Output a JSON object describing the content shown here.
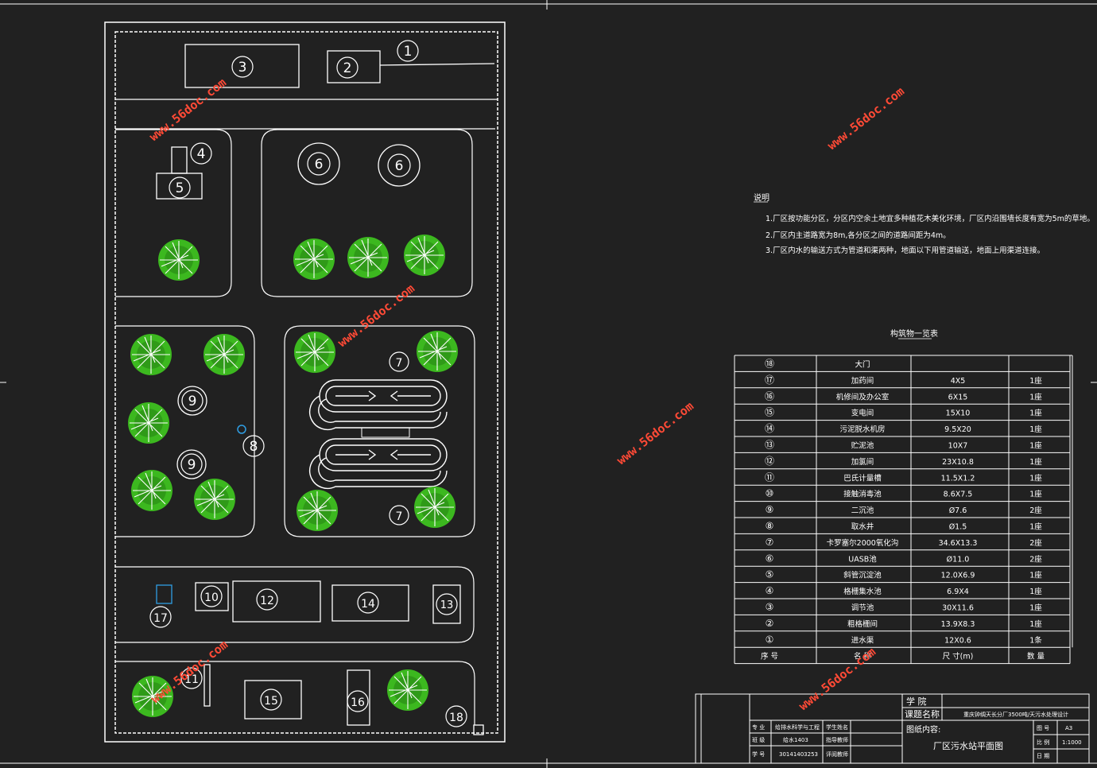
{
  "drawing": {
    "notes_title": "说明",
    "notes": [
      "1.厂区按功能分区，分区内空余土地宜多种植花木美化环境，厂区内沿围墙长度有宽为5m的草地。",
      "2.厂区内主道路宽为8m,各分区之间的道路间距为4m。",
      "3.厂区内水的输送方式为管道和渠两种，地面以下用管道输送，地面上用渠道连接。"
    ],
    "table_title": "构筑物一览表",
    "table_header": [
      "序 号",
      "名 称",
      "尺 寸(m)",
      "数 量"
    ],
    "table_rows": [
      [
        "⑱",
        "大门",
        "",
        ""
      ],
      [
        "⑰",
        "加药间",
        "4X5",
        "1座"
      ],
      [
        "⑯",
        "机修间及办公室",
        "6X15",
        "1座"
      ],
      [
        "⑮",
        "变电间",
        "15X10",
        "1座"
      ],
      [
        "⑭",
        "污泥脱水机房",
        "9.5X20",
        "1座"
      ],
      [
        "⑬",
        "贮泥池",
        "10X7",
        "1座"
      ],
      [
        "⑫",
        "加氯间",
        "23X10.8",
        "1座"
      ],
      [
        "⑪",
        "巴氏计量槽",
        "11.5X1.2",
        "1座"
      ],
      [
        "⑩",
        "接触消毒池",
        "8.6X7.5",
        "1座"
      ],
      [
        "⑨",
        "二沉池",
        "Ø7.6",
        "2座"
      ],
      [
        "⑧",
        "取水井",
        "Ø1.5",
        "1座"
      ],
      [
        "⑦",
        "卡罗塞尔2000氧化沟",
        "34.6X13.3",
        "2座"
      ],
      [
        "⑥",
        "UASB池",
        "Ø11.0",
        "2座"
      ],
      [
        "⑤",
        "斜管沉淀池",
        "12.0X6.9",
        "1座"
      ],
      [
        "④",
        "格栅集水池",
        "6.9X4",
        "1座"
      ],
      [
        "③",
        "调节池",
        "30X11.6",
        "1座"
      ],
      [
        "②",
        "粗格栅间",
        "13.9X8.3",
        "1座"
      ],
      [
        "①",
        "进水渠",
        "12X0.6",
        "1条"
      ]
    ],
    "title_block": {
      "school_label": "学 院",
      "project_label": "课题名称",
      "project_name": "重庆钟绸天长分厂3500吨/天污水处理设计",
      "content_label": "图纸内容:",
      "content_title": "厂区污水站平面图",
      "major_label": "专 业",
      "major_value": "给排水科学与工程",
      "class_label": "班 级",
      "class_value": "给水1403",
      "id_label": "学 号",
      "id_value": "30141403253",
      "student_label": "学生姓名",
      "advisor_label": "指导教师",
      "review_label": "评阅教师",
      "size_label": "图 号",
      "size_value": "A3",
      "scale_label": "比 例",
      "scale_value": "1:1000",
      "date_label": "日 期"
    },
    "labels": {
      "n1": "1",
      "n2": "2",
      "n3": "3",
      "n4": "4",
      "n5": "5",
      "n6a": "6",
      "n6b": "6",
      "n7a": "7",
      "n7b": "7",
      "n8": "8",
      "n9a": "9",
      "n9b": "9",
      "n10": "10",
      "n11": "11",
      "n12": "12",
      "n13": "13",
      "n14": "14",
      "n15": "15",
      "n16": "16",
      "n17": "17",
      "n18": "18"
    },
    "watermark": "www.56doc.com",
    "colors": {
      "background": "#212121",
      "lines": "#ffffff",
      "tree": "#3cb81f",
      "watermark": "#ff4a36",
      "accent_blue": "#2f9ee3"
    }
  }
}
